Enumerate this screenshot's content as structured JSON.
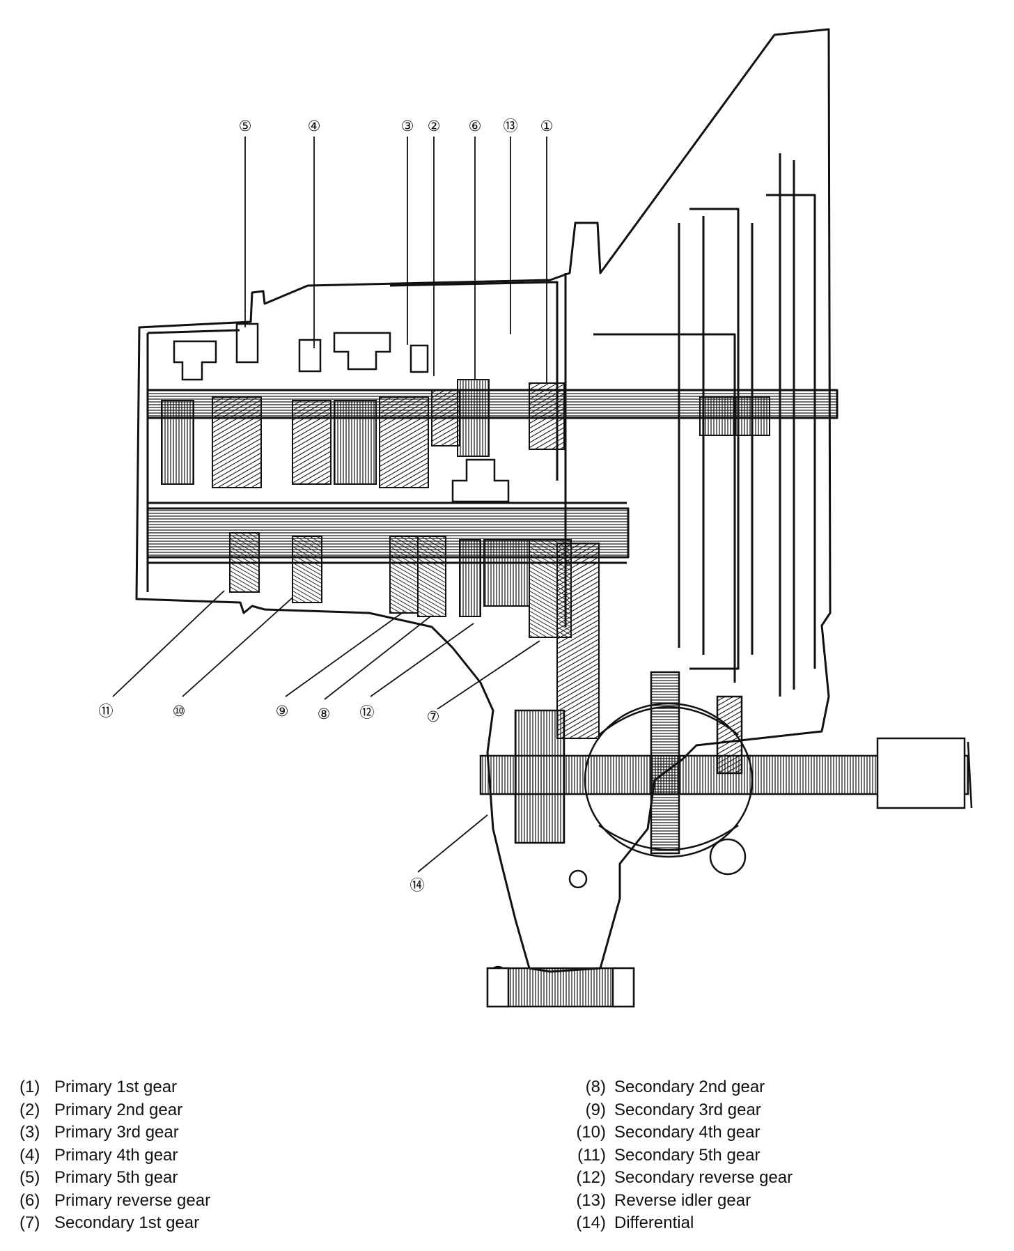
{
  "callouts": [
    {
      "id": "5",
      "label": "⑤"
    },
    {
      "id": "4",
      "label": "④"
    },
    {
      "id": "3",
      "label": "③"
    },
    {
      "id": "2",
      "label": "②"
    },
    {
      "id": "6",
      "label": "⑥"
    },
    {
      "id": "13",
      "label": "⑬"
    },
    {
      "id": "1",
      "label": "①"
    },
    {
      "id": "11",
      "label": "⑪"
    },
    {
      "id": "10",
      "label": "⑩"
    },
    {
      "id": "9",
      "label": "⑨"
    },
    {
      "id": "8",
      "label": "⑧"
    },
    {
      "id": "12",
      "label": "⑫"
    },
    {
      "id": "7",
      "label": "⑦"
    },
    {
      "id": "14",
      "label": "⑭"
    }
  ],
  "legend": {
    "left": [
      {
        "num": "(1)",
        "text": "Primary 1st gear"
      },
      {
        "num": "(2)",
        "text": "Primary 2nd gear"
      },
      {
        "num": "(3)",
        "text": "Primary 3rd gear"
      },
      {
        "num": "(4)",
        "text": "Primary 4th gear"
      },
      {
        "num": "(5)",
        "text": "Primary 5th gear"
      },
      {
        "num": "(6)",
        "text": "Primary reverse gear"
      },
      {
        "num": "(7)",
        "text": "Secondary 1st gear"
      }
    ],
    "right": [
      {
        "num": "(8)",
        "text": "Secondary 2nd gear"
      },
      {
        "num": "(9)",
        "text": "Secondary 3rd gear"
      },
      {
        "num": "(10)",
        "text": "Secondary 4th gear"
      },
      {
        "num": "(11)",
        "text": "Secondary 5th gear"
      },
      {
        "num": "(12)",
        "text": "Secondary reverse gear"
      },
      {
        "num": "(13)",
        "text": "Reverse idler gear"
      },
      {
        "num": "(14)",
        "text": "Differential"
      }
    ]
  }
}
